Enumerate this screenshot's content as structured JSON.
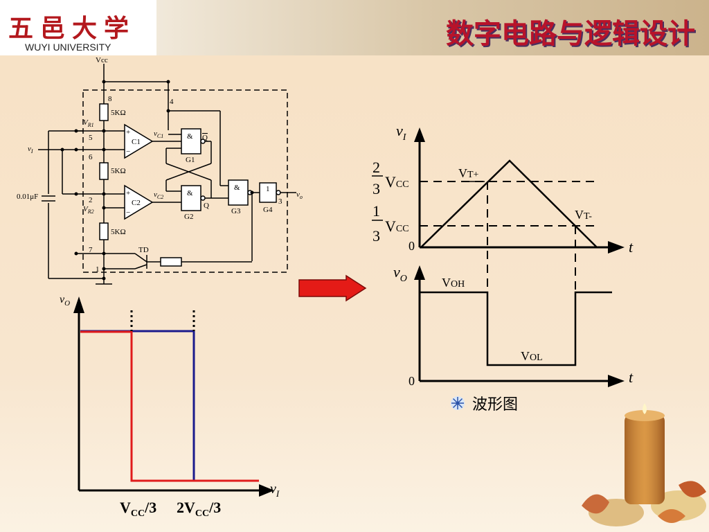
{
  "header": {
    "logo_cn": "五邑大学",
    "logo_en": "WUYI UNIVERSITY",
    "course_title": "数字电路与逻辑设计"
  },
  "circuit": {
    "vcc": "Vcc",
    "pins": [
      "8",
      "4",
      "5",
      "6",
      "2",
      "7",
      "1",
      "3"
    ],
    "resistors": [
      "5KΩ",
      "5KΩ",
      "5KΩ"
    ],
    "vr1": "V",
    "vr1_sub": "R1",
    "vr2": "V",
    "vr2_sub": "R2",
    "vi": "v",
    "vi_sub": "I",
    "cap": "0.01μF",
    "comp1_name": "C1",
    "comp2_name": "C2",
    "comp1_out": "v",
    "comp1_out_sub": "C1",
    "comp2_out": "v",
    "comp2_out_sub": "C2",
    "plus": "+",
    "minus": "−",
    "and_symbol": "&",
    "not_symbol": "1",
    "gates": [
      "G1",
      "G2",
      "G3",
      "G4"
    ],
    "q_bar": "Q",
    "q": "Q",
    "td": "TD",
    "vo": "v",
    "vo_sub": "o"
  },
  "waveform": {
    "vi_axis": "v",
    "vi_axis_sub": "I",
    "vo_axis": "v",
    "vo_axis_sub": "O",
    "t": "t",
    "zero": "0",
    "two": "2",
    "one": "1",
    "three": "3",
    "vcc_v": "V",
    "vcc_sub": "CC",
    "vt_plus": "V",
    "vt_plus_sub": "T+",
    "vt_minus": "V",
    "vt_minus_sub": "T-",
    "voh": "V",
    "voh_sub": "OH",
    "vol": "V",
    "vol_sub": "OL",
    "caption": "波形图"
  },
  "transfer": {
    "vo_axis": "v",
    "vo_axis_sub": "O",
    "vi_axis": "v",
    "vi_axis_sub": "I",
    "label1_v": "V",
    "label1_sub": "CC",
    "label1_suffix": "/3",
    "label2_prefix": "2V",
    "label2_sub": "CC",
    "label2_suffix": "/3",
    "red_color": "#e01b1b",
    "blue_color": "#1a1a8c"
  },
  "arrow_color": "#e41b17"
}
